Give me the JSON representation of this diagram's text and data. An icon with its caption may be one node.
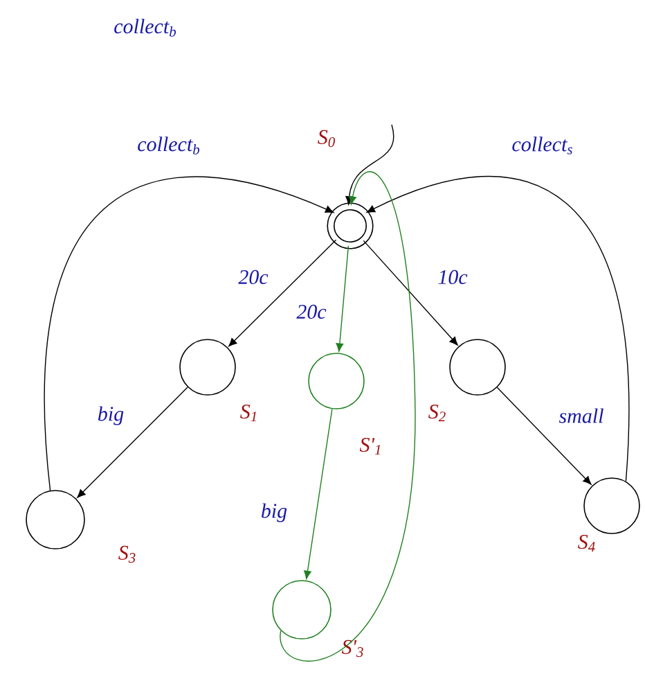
{
  "diagram": {
    "nodes": [
      {
        "text": [],
        "shape": "circle",
        "beside": [
          "S$_{0}$"
        ]
      },
      {
        "text": [],
        "shape": "circle",
        "beside": [
          "S$_{1}$"
        ]
      },
      {
        "text": [],
        "shape": "circle",
        "beside": [
          "S'$_{1}$"
        ]
      },
      {
        "text": [],
        "shape": "circle",
        "beside": [
          "S$_{2}$"
        ]
      },
      {
        "text": [],
        "shape": "circle",
        "beside": [
          "S$_{3}$"
        ]
      },
      {
        "text": [],
        "shape": "circle",
        "beside": [
          "S'$_{3}$"
        ]
      },
      {
        "text": [],
        "shape": "circle",
        "beside": [
          "S$_{4}$"
        ]
      }
    ],
    "edges": [
      {
        "from": null,
        "to": 0,
        "arrow": "to"
      },
      {
        "from": 0,
        "to": 1,
        "arrow": "to",
        "label": "20c"
      },
      {
        "from": 0,
        "to": 2,
        "arrow": "to",
        "label": "20c",
        "color": "#208020"
      },
      {
        "from": 0,
        "to": 3,
        "arrow": "to",
        "label": "10c"
      },
      {
        "from": 1,
        "to": 4,
        "arrow": "to",
        "label": "big"
      },
      {
        "from": 2,
        "to": 5,
        "arrow": "to",
        "label": "big",
        "color": "#208020"
      },
      {
        "from": 3,
        "to": 6,
        "arrow": "to",
        "label": "small"
      },
      {
        "from": 4,
        "to": 0,
        "arrow": "to",
        "label": "collect$_{b}$"
      },
      {
        "from": 6,
        "to": 0,
        "arrow": "to",
        "label": "collect$_{s}$"
      },
      {
        "from": 5,
        "to": 0,
        "arrow": "to",
        "color": "#208020"
      }
    ],
    "labels": [
      "collect$_{b}$"
    ]
  }
}
